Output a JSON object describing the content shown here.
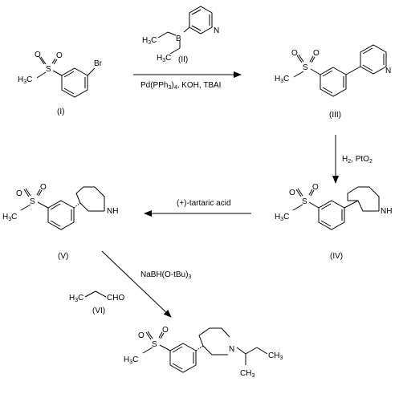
{
  "compounds": {
    "I": {
      "label": "(I)",
      "atoms": {
        "methyl": "H3C",
        "s": "S",
        "o1": "O",
        "o2": "O",
        "br": "Br"
      }
    },
    "II": {
      "label": "(II)",
      "atoms": {
        "methyl1": "H3C",
        "methyl2": "H3C",
        "b": "B",
        "n": "N"
      }
    },
    "III": {
      "label": "(III)",
      "atoms": {
        "methyl": "H3C",
        "s": "S",
        "o1": "O",
        "o2": "O",
        "n": "N"
      }
    },
    "IV": {
      "label": "(IV)",
      "atoms": {
        "methyl": "H3C",
        "s": "S",
        "o1": "O",
        "o2": "O",
        "nh": "NH"
      }
    },
    "V": {
      "label": "(V)",
      "atoms": {
        "methyl": "H3C",
        "s": "S",
        "o1": "O",
        "o2": "O",
        "nh": "NH"
      }
    },
    "VI": {
      "label": "(VI)",
      "atoms": {
        "methyl": "H3C",
        "cho": "CHO"
      }
    },
    "product": {
      "atoms": {
        "methyl": "H3C",
        "s": "S",
        "o1": "O",
        "o2": "O",
        "n": "N",
        "ch3a": "CH3",
        "ch3b": "CH3"
      }
    }
  },
  "reagents": {
    "step1": "Pd(PPh3)4, KOH, TBAI",
    "step2": "H2, PtO2",
    "step3": "(+)-tartaric acid",
    "step4": "NaBH(O-tBu)3"
  }
}
